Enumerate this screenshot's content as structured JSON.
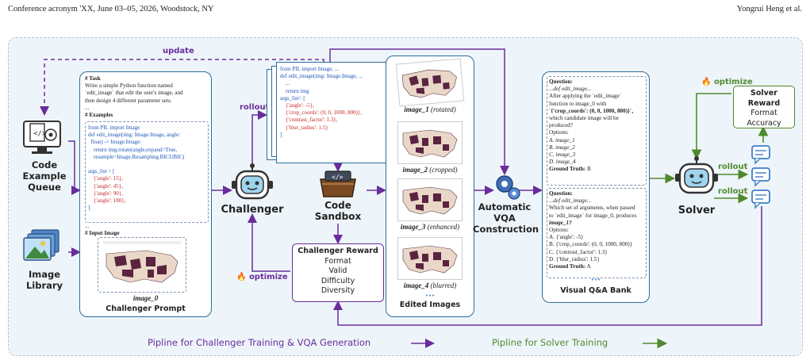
{
  "header": {
    "left": "Conference acronym 'XX, June 03–05, 2026, Woodstock, NY",
    "right": "Yongrui Heng et al."
  },
  "labels": {
    "code_queue": [
      "Code",
      "Example",
      "Queue"
    ],
    "image_library": [
      "Image",
      "Library"
    ],
    "challenger": "Challenger",
    "code_sandbox": [
      "Code",
      "Sandbox"
    ],
    "auto_vqa": [
      "Automatic",
      "VQA",
      "Construction"
    ],
    "solver": "Solver",
    "edited_images": "Edited Images",
    "qa_bank": "Visual Q&A Bank",
    "challenger_prompt": "Challenger Prompt",
    "update": "update",
    "rollout": "rollout",
    "optimize": "optimize",
    "dots": "•••"
  },
  "prompt": {
    "task_head": "# Task",
    "task_text": [
      "Write a simple Python function named",
      "`edit_image` that edit the user's image, and",
      "then design 4 different parameter sets."
    ],
    "ellipsis": "...",
    "examples_head": "# Examples",
    "code": [
      "from PIL import Image",
      "def edit_image(img: Image.Image, angle:",
      "  float) -> Image.Image:",
      "    return img.rotate(angle,expand=True,",
      "    resample=Image.Resampling.BICUBIC)",
      "",
      "args_list = [",
      "    {'angle': 15},",
      "    {'angle': 45},",
      "    {'angle': 90},",
      "    {'angle': 180},",
      "]"
    ],
    "input_head": "# Input Image",
    "image_label": "image_0"
  },
  "code_doc": {
    "lines": [
      "from PIL import Image, ...",
      "def edit_image(img: Image.Image, ...",
      "    ...",
      "    return img",
      "args_list= [",
      "    {'angle': -5},",
      "    {'crop_coords': (0, 0, 1000, 800)},",
      "    {'contrast_factor': 1.3},",
      "    {'blur_radius': 1.5}",
      "]"
    ]
  },
  "challenger_reward": {
    "title": "Challenger Reward",
    "items": [
      "Format",
      "Valid",
      "Difficulty",
      "Diversity"
    ]
  },
  "solver_reward": {
    "title": "Solver Reward",
    "items": [
      "Format",
      "Accuracy"
    ]
  },
  "edited": [
    {
      "name": "image_1",
      "op": "(rotated)"
    },
    {
      "name": "image_2",
      "op": "(cropped)"
    },
    {
      "name": "image_3",
      "op": "(enhanced)"
    },
    {
      "name": "image_4",
      "op": "(blurred)"
    }
  ],
  "qa1": {
    "q_head": "Question:",
    "lines": [
      "...def edit_image...",
      "After applying the `edit_image`",
      "function to image_0 with",
      "`{'crop_coords': (0, 0, 1000, 800)}`,",
      "which candidate image will be",
      "produced?"
    ],
    "options_head": "Options:",
    "options": [
      "A. image_1",
      "B. image_2",
      "C. image_3",
      "D. image_4"
    ],
    "gt_head": "Ground Truth:",
    "gt": "B"
  },
  "qa2": {
    "q_head": "Question:",
    "lines": [
      "...def edit_image...",
      "Which set of arguments, when passed",
      "to `edit_image` for image_0, produces",
      "image_1?"
    ],
    "options_head": "Options:",
    "options": [
      "A. {'angle': -5}",
      "B. {'crop_coords': (0, 0, 1000, 800)}",
      "C. {'contrast_factor': 1.3}",
      "D. {'blur_radius': 1.5}"
    ],
    "gt_head": "Ground Truth:",
    "gt": "A"
  },
  "legend": {
    "challenger": "Pipline for Challenger Training & VQA Generation",
    "solver": "Pipline for Solver Training"
  },
  "colors": {
    "purple": "#6a2c9a",
    "green": "#4f8a2e",
    "blue": "#2b6d9c",
    "panel": "#eef5fa"
  }
}
